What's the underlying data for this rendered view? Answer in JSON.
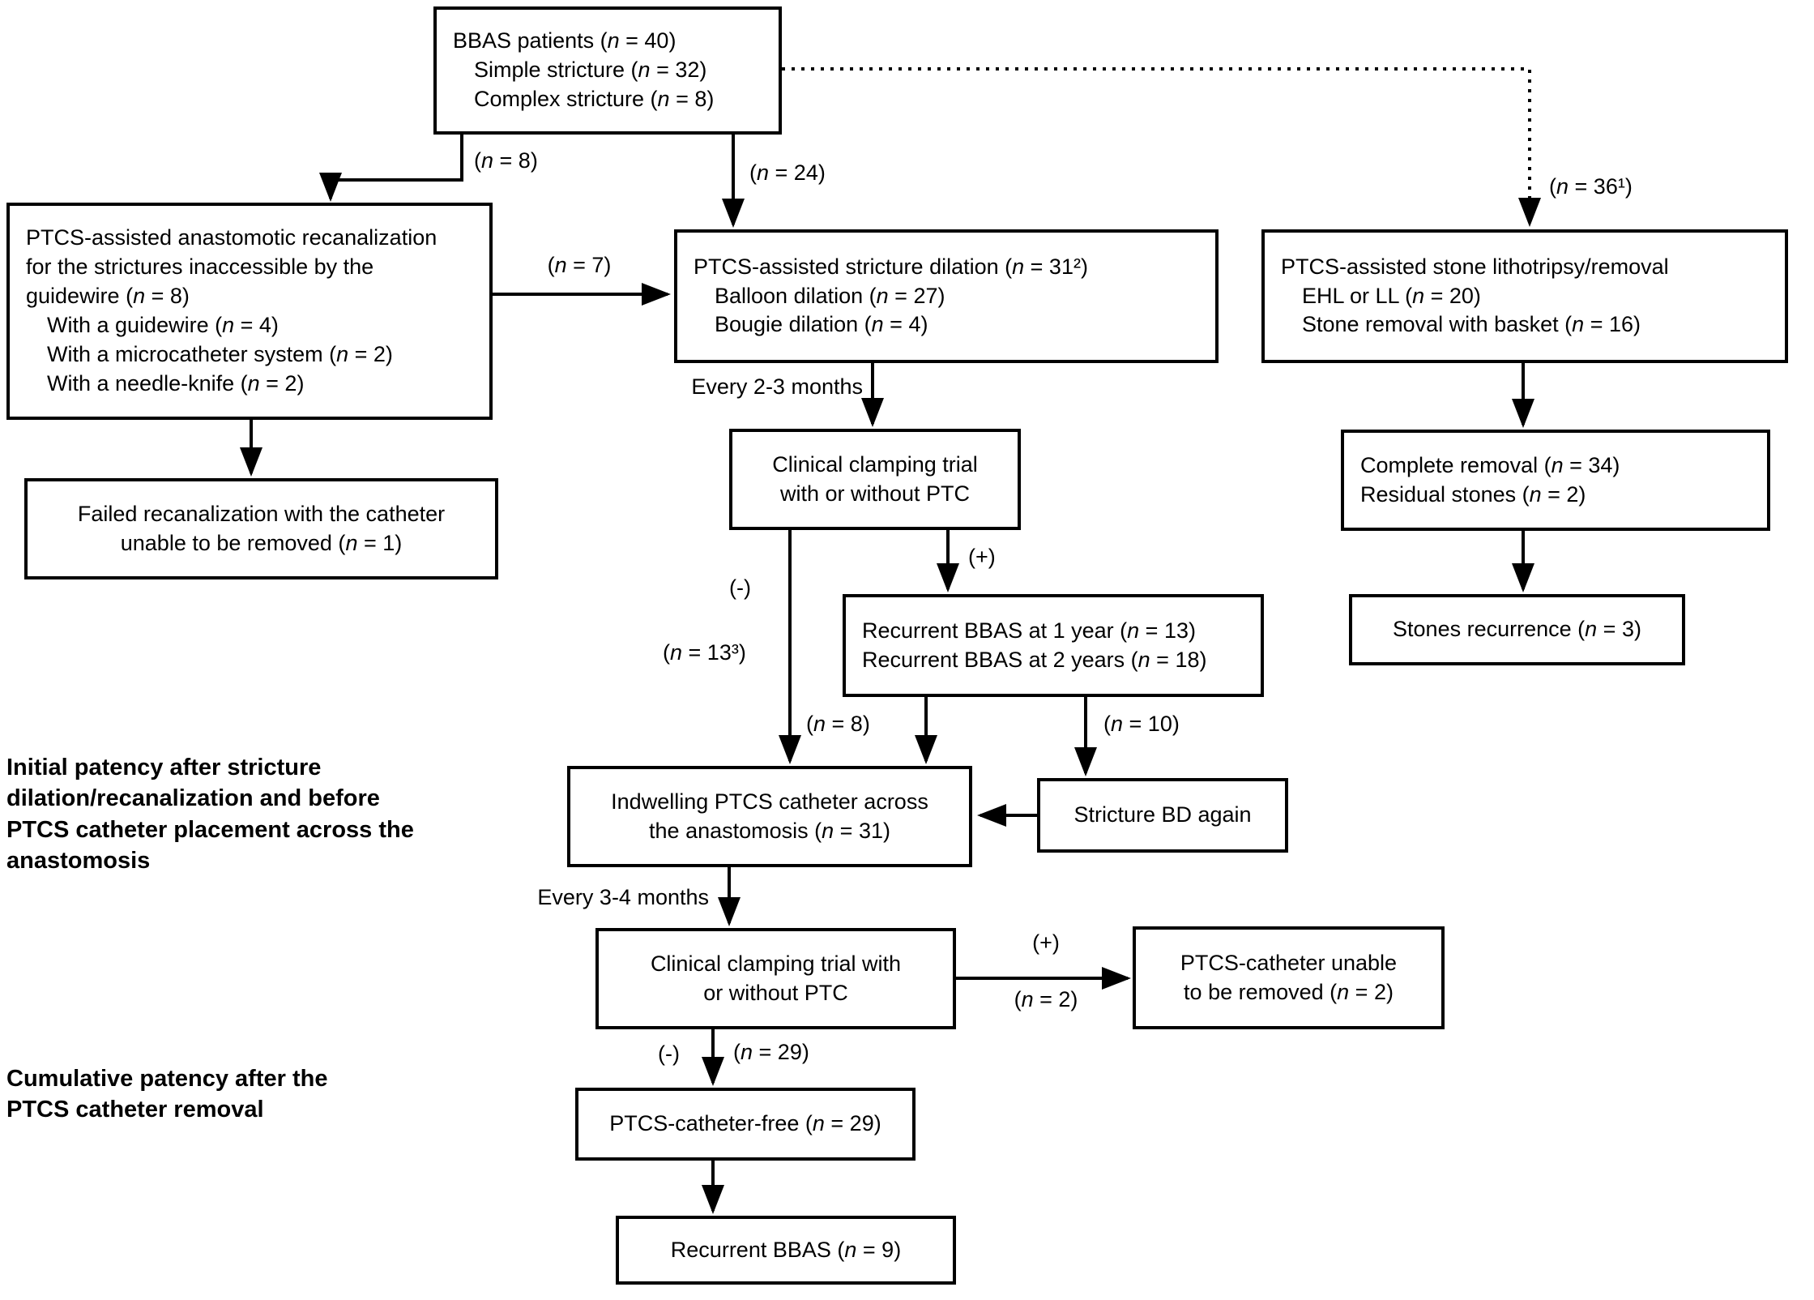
{
  "figure": {
    "colors": {
      "ink": "#000000",
      "paper": "#ffffff"
    },
    "boxes": {
      "bbas_patients": {
        "lines": [
          "BBAS patients (n = 40)",
          "Simple stricture (n = 32)",
          "Complex stricture (n = 8)"
        ]
      },
      "recanalization": {
        "lines": [
          "PTCS-assisted anastomotic recanalization",
          "for the strictures inaccessible by the",
          "guidewire (n = 8)",
          "With a guidewire (n = 4)",
          "With a microcatheter system (n = 2)",
          "With a needle-knife (n = 2)"
        ]
      },
      "dilation": {
        "lines": [
          "PTCS-assisted stricture dilation (n = 31²)",
          "Balloon dilation (n = 27)",
          "Bougie dilation (n = 4)"
        ]
      },
      "stone": {
        "lines": [
          "PTCS-assisted stone lithotripsy/removal",
          "EHL or LL (n = 20)",
          "Stone removal with basket (n = 16)"
        ]
      },
      "failed": {
        "lines": [
          "Failed recanalization with the catheter",
          "unable to be removed (n = 1)"
        ]
      },
      "clamping1": {
        "lines": [
          "Clinical clamping trial",
          "with or without PTC"
        ]
      },
      "removal_result": {
        "lines": [
          "Complete removal (n = 34)",
          "Residual stones (n = 2)"
        ]
      },
      "recurrent_1_2yr": {
        "lines": [
          "Recurrent BBAS at 1 year (n = 13)",
          "Recurrent BBAS at 2 years (n = 18)"
        ]
      },
      "stones_recurrence": {
        "lines": [
          "Stones recurrence (n = 3)"
        ]
      },
      "indwelling": {
        "lines": [
          "Indwelling PTCS catheter across",
          "the anastomosis (n = 31)"
        ]
      },
      "stricture_bd": {
        "lines": [
          "Stricture BD again"
        ]
      },
      "clamping2": {
        "lines": [
          "Clinical clamping trial with",
          "or without PTC"
        ]
      },
      "unable_removed": {
        "lines": [
          "PTCS-catheter unable",
          "to be removed (n = 2)"
        ]
      },
      "catheter_free": {
        "lines": [
          "PTCS-catheter-free (n = 29)"
        ]
      },
      "recurrent_bbas": {
        "lines": [
          "Recurrent BBAS (n = 9)"
        ]
      }
    },
    "edge_labels": {
      "n8_top": "(n = 8)",
      "n24": "(n = 24)",
      "n36": "(n = 36¹)",
      "n7": "(n = 7)",
      "every_2_3": "Every 2-3 months",
      "minus_1": "(-)",
      "n13": "(n = 13³)",
      "plus_1": "(+)",
      "n8_mid": "(n = 8)",
      "n10": "(n = 10)",
      "every_3_4": "Every 3-4 months",
      "plus_2": "(+)",
      "n2": "(n = 2)",
      "minus_2": "(-)",
      "n29": "(n = 29)"
    },
    "section_labels": {
      "initial_patency": {
        "lines": [
          "Initial patency after stricture",
          "dilation/recanalization and before",
          "PTCS catheter placement across the",
          "anastomosis"
        ]
      },
      "cumulative_patency": {
        "lines": [
          "Cumulative patency after the",
          "PTCS catheter removal"
        ]
      }
    }
  }
}
